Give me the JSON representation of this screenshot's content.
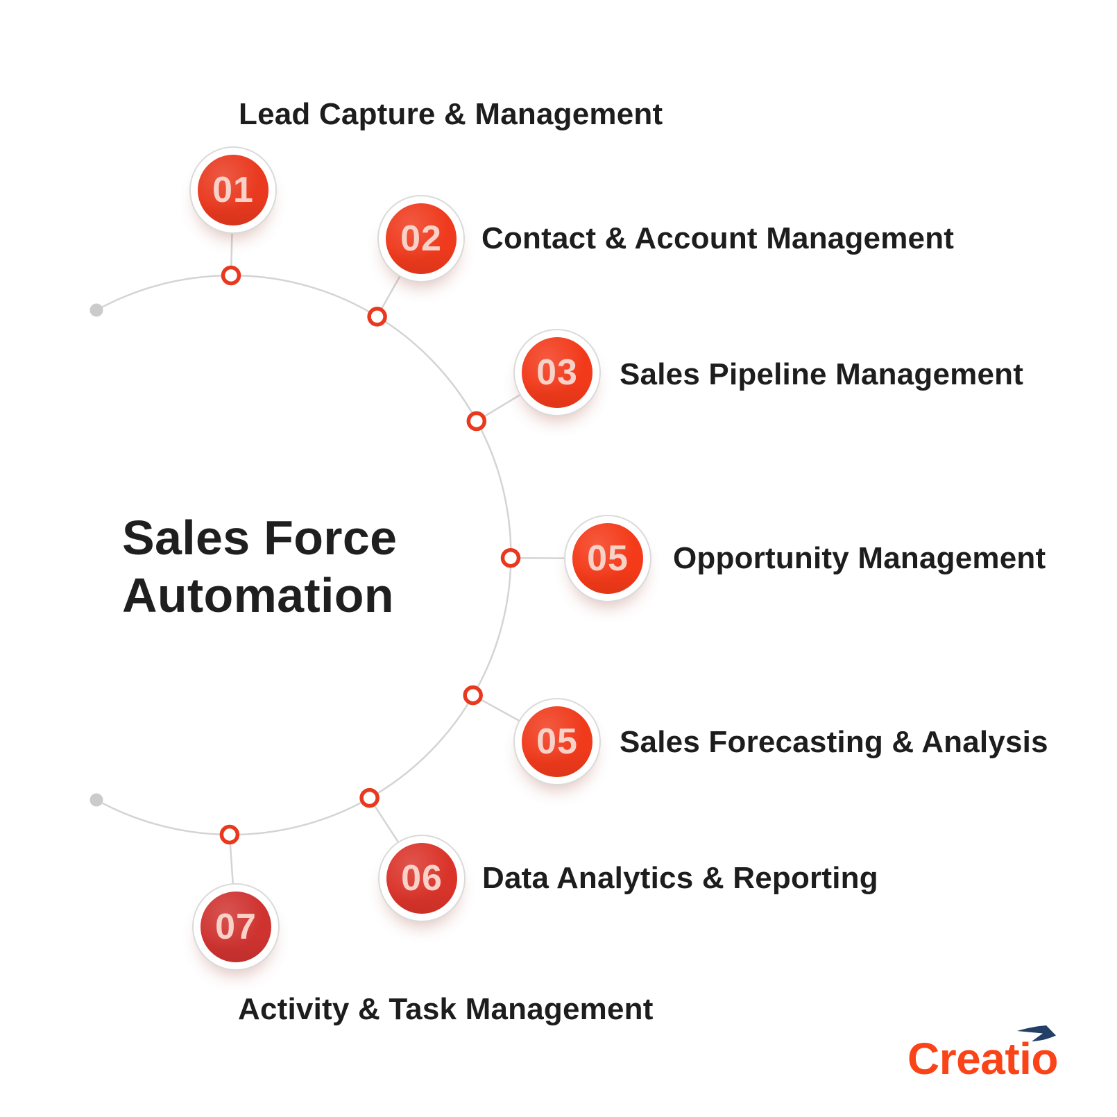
{
  "title": {
    "line1": "Sales Force",
    "line2": "Automation"
  },
  "steps": [
    {
      "number": "01",
      "label": "Lead Capture & Management",
      "color": "#E9391F"
    },
    {
      "number": "02",
      "label": "Contact & Account Management",
      "color": "#EF3A1D"
    },
    {
      "number": "03",
      "label": "Sales Pipeline Management",
      "color": "#F23A1B"
    },
    {
      "number": "05",
      "label": "Opportunity Management",
      "color": "#F43A19"
    },
    {
      "number": "05",
      "label": "Sales Forecasting & Analysis",
      "color": "#F03A1C"
    },
    {
      "number": "06",
      "label": "Data Analytics & Reporting",
      "color": "#DA342A"
    },
    {
      "number": "07",
      "label": "Activity & Task Management",
      "color": "#CF3330"
    }
  ],
  "brand": {
    "name": "Creatio"
  },
  "colors": {
    "accent": "#E8391E",
    "arc_line": "#D4D4D4",
    "endpoint_dot": "#CBCBCB",
    "label_text": "#1D1D1D",
    "title_text": "#1F1F1F",
    "number_text": "#F8D2C9",
    "brand_text": "#FB4318",
    "brand_arrow": "#243F66"
  }
}
